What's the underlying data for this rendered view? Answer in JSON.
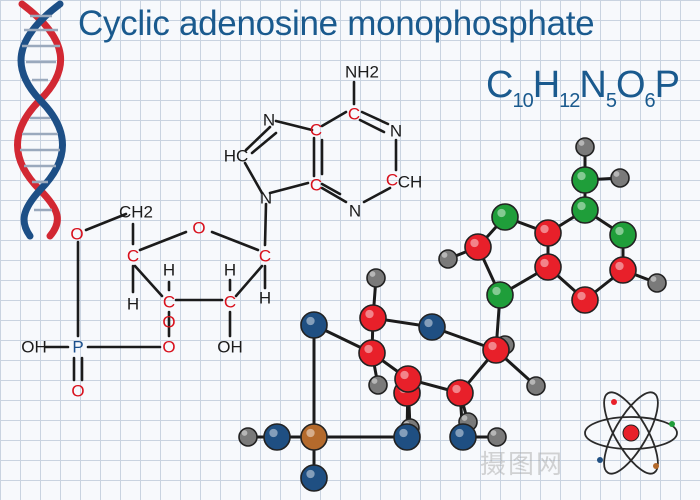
{
  "header": {
    "title": "Cyclic adenosine monophosphate",
    "formula": [
      {
        "text": "C",
        "sub": false
      },
      {
        "text": "10",
        "sub": true
      },
      {
        "text": "H",
        "sub": false
      },
      {
        "text": "12",
        "sub": true
      },
      {
        "text": "N",
        "sub": false
      },
      {
        "text": "5",
        "sub": true
      },
      {
        "text": "O",
        "sub": false
      },
      {
        "text": "6",
        "sub": true
      },
      {
        "text": "P",
        "sub": false
      }
    ]
  },
  "skeletal_formula": {
    "atom_labels": [
      "NH2",
      "N",
      "C",
      "C",
      "N",
      "HC",
      "C",
      "C",
      "CH",
      "N",
      "N",
      "CH2",
      "O",
      "O",
      "C",
      "C",
      "H",
      "H",
      "H",
      "C",
      "C",
      "H",
      "OH",
      "P",
      "O",
      "O",
      "OH",
      "O"
    ]
  },
  "ball_and_stick": {
    "atoms": [
      "H",
      "N",
      "H",
      "C",
      "N",
      "C",
      "C",
      "N",
      "C",
      "H",
      "N",
      "C",
      "H",
      "N",
      "H",
      "C",
      "H",
      "H",
      "C",
      "C",
      "O",
      "C",
      "H",
      "C",
      "C",
      "H",
      "H",
      "O",
      "O",
      "O",
      "P",
      "O",
      "H",
      "O",
      "H"
    ]
  },
  "colors": {
    "title": "#1a5a8e",
    "carbon": "#e8202a",
    "nitrogen": "#1f9e3a",
    "oxygen": "#1f4f82",
    "hydrogen": "#7a7a7a",
    "phosphorus": "#b46a2c",
    "label_red": "#d8101c",
    "label_blue": "#1b4f8c",
    "grid": "#c9d3e0"
  },
  "icons": [
    "dna-helix-icon",
    "atom-icon"
  ],
  "watermark": "摄图网"
}
